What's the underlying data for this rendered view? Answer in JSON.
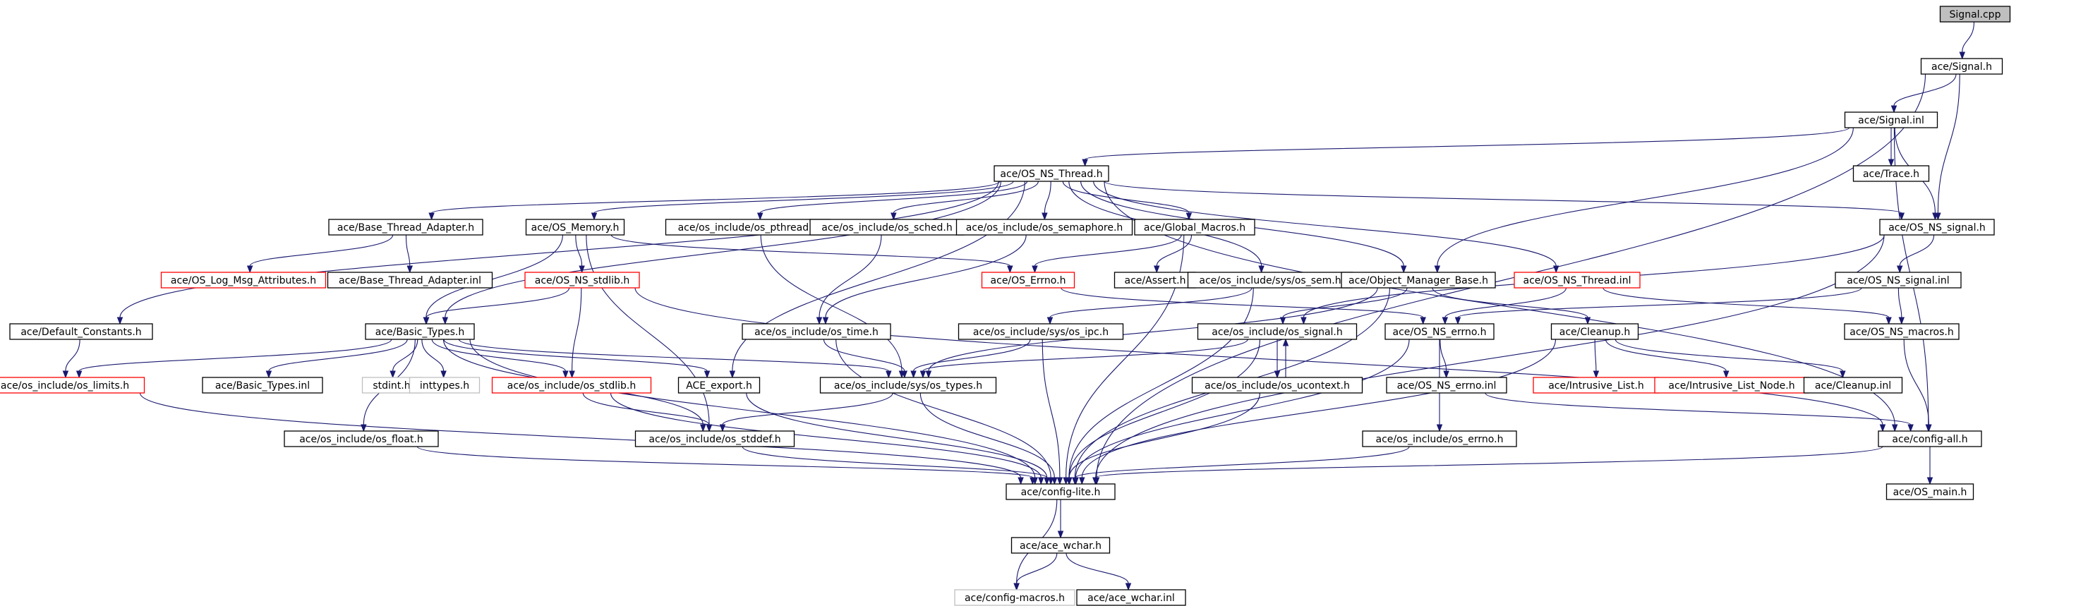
{
  "colors": {
    "edge": "#191970",
    "border_normal": "#000000",
    "border_incomplete": "#ff0000",
    "border_external": "#bfbfbf",
    "root_fill": "#bfbfbf"
  },
  "nodes": [
    {
      "id": "signal_cpp",
      "label": "Signal.cpp",
      "kind": "root"
    },
    {
      "id": "signal_h",
      "label": "ace/Signal.h",
      "kind": "normal"
    },
    {
      "id": "signal_inl",
      "label": "ace/Signal.inl",
      "kind": "normal"
    },
    {
      "id": "os_ns_thread_h",
      "label": "ace/OS_NS_Thread.h",
      "kind": "normal"
    },
    {
      "id": "trace_h",
      "label": "ace/Trace.h",
      "kind": "normal"
    },
    {
      "id": "os_ns_signal_h",
      "label": "ace/OS_NS_signal.h",
      "kind": "normal"
    },
    {
      "id": "base_thread_adapter_h",
      "label": "ace/Base_Thread_Adapter.h",
      "kind": "normal"
    },
    {
      "id": "os_memory_h",
      "label": "ace/OS_Memory.h",
      "kind": "normal"
    },
    {
      "id": "os_pthread_h",
      "label": "ace/os_include/os_pthread.h",
      "kind": "normal"
    },
    {
      "id": "os_sched_h",
      "label": "ace/os_include/os_sched.h",
      "kind": "normal"
    },
    {
      "id": "os_semaphore_h",
      "label": "ace/os_include/os_semaphore.h",
      "kind": "normal"
    },
    {
      "id": "global_macros_h",
      "label": "ace/Global_Macros.h",
      "kind": "normal"
    },
    {
      "id": "os_log_msg_attributes_h",
      "label": "ace/OS_Log_Msg_Attributes.h",
      "kind": "incomplete"
    },
    {
      "id": "base_thread_adapter_inl",
      "label": "ace/Base_Thread_Adapter.inl",
      "kind": "normal"
    },
    {
      "id": "os_ns_stdlib_h",
      "label": "ace/OS_NS_stdlib.h",
      "kind": "incomplete"
    },
    {
      "id": "os_errno_h",
      "label": "ace/OS_Errno.h",
      "kind": "incomplete"
    },
    {
      "id": "assert_h",
      "label": "ace/Assert.h",
      "kind": "normal"
    },
    {
      "id": "sys_os_sem_h",
      "label": "ace/os_include/sys/os_sem.h",
      "kind": "normal"
    },
    {
      "id": "object_manager_base_h",
      "label": "ace/Object_Manager_Base.h",
      "kind": "normal"
    },
    {
      "id": "os_ns_thread_inl",
      "label": "ace/OS_NS_Thread.inl",
      "kind": "incomplete"
    },
    {
      "id": "os_ns_signal_inl",
      "label": "ace/OS_NS_signal.inl",
      "kind": "normal"
    },
    {
      "id": "default_constants_h",
      "label": "ace/Default_Constants.h",
      "kind": "normal"
    },
    {
      "id": "basic_types_h",
      "label": "ace/Basic_Types.h",
      "kind": "normal"
    },
    {
      "id": "os_time_h",
      "label": "ace/os_include/os_time.h",
      "kind": "normal"
    },
    {
      "id": "sys_os_ipc_h",
      "label": "ace/os_include/sys/os_ipc.h",
      "kind": "normal"
    },
    {
      "id": "os_signal_h",
      "label": "ace/os_include/os_signal.h",
      "kind": "normal"
    },
    {
      "id": "os_ns_errno_h",
      "label": "ace/OS_NS_errno.h",
      "kind": "normal"
    },
    {
      "id": "cleanup_h",
      "label": "ace/Cleanup.h",
      "kind": "normal"
    },
    {
      "id": "os_ns_macros_h",
      "label": "ace/OS_NS_macros.h",
      "kind": "normal"
    },
    {
      "id": "os_limits_h",
      "label": "ace/os_include/os_limits.h",
      "kind": "incomplete"
    },
    {
      "id": "basic_types_inl",
      "label": "ace/Basic_Types.inl",
      "kind": "normal"
    },
    {
      "id": "stdint_h",
      "label": "stdint.h",
      "kind": "external"
    },
    {
      "id": "inttypes_h",
      "label": "inttypes.h",
      "kind": "external"
    },
    {
      "id": "os_stdlib_h",
      "label": "ace/os_include/os_stdlib.h",
      "kind": "incomplete"
    },
    {
      "id": "ace_export_h",
      "label": "ACE_export.h",
      "kind": "normal"
    },
    {
      "id": "sys_os_types_h",
      "label": "ace/os_include/sys/os_types.h",
      "kind": "normal"
    },
    {
      "id": "os_ucontext_h",
      "label": "ace/os_include/os_ucontext.h",
      "kind": "normal"
    },
    {
      "id": "intrusive_list_h",
      "label": "ace/Intrusive_List.h",
      "kind": "incomplete"
    },
    {
      "id": "intrusive_list_node_h",
      "label": "ace/Intrusive_List_Node.h",
      "kind": "incomplete"
    },
    {
      "id": "cleanup_inl",
      "label": "ace/Cleanup.inl",
      "kind": "normal"
    },
    {
      "id": "os_float_h",
      "label": "ace/os_include/os_float.h",
      "kind": "normal"
    },
    {
      "id": "os_stddef_h",
      "label": "ace/os_include/os_stddef.h",
      "kind": "normal"
    },
    {
      "id": "os_ns_errno_inl",
      "label": "ace/OS_NS_errno.inl",
      "kind": "normal"
    },
    {
      "id": "config_all_h",
      "label": "ace/config-all.h",
      "kind": "normal"
    },
    {
      "id": "os_errno_inc_h",
      "label": "ace/os_include/os_errno.h",
      "kind": "normal"
    },
    {
      "id": "config_lite_h",
      "label": "ace/config-lite.h",
      "kind": "normal"
    },
    {
      "id": "os_main_h",
      "label": "ace/OS_main.h",
      "kind": "normal"
    },
    {
      "id": "ace_wchar_h",
      "label": "ace/ace_wchar.h",
      "kind": "normal"
    },
    {
      "id": "config_macros_h",
      "label": "ace/config-macros.h",
      "kind": "external"
    },
    {
      "id": "ace_wchar_inl",
      "label": "ace/ace_wchar.inl",
      "kind": "normal"
    }
  ],
  "edges": [
    [
      "signal_cpp",
      "signal_h"
    ],
    [
      "signal_h",
      "signal_inl"
    ],
    [
      "signal_h",
      "os_ns_signal_h"
    ],
    [
      "signal_h",
      "config_lite_h"
    ],
    [
      "signal_inl",
      "os_ns_thread_h"
    ],
    [
      "signal_inl",
      "trace_h"
    ],
    [
      "signal_inl",
      "os_ns_signal_h"
    ],
    [
      "signal_inl",
      "config_all_h"
    ],
    [
      "signal_inl",
      "object_manager_base_h"
    ],
    [
      "os_ns_thread_h",
      "default_constants_h"
    ],
    [
      "os_ns_thread_h",
      "basic_types_h"
    ],
    [
      "os_ns_thread_h",
      "base_thread_adapter_h"
    ],
    [
      "os_ns_thread_h",
      "os_memory_h"
    ],
    [
      "os_ns_thread_h",
      "os_pthread_h"
    ],
    [
      "os_ns_thread_h",
      "os_sched_h"
    ],
    [
      "os_ns_thread_h",
      "os_semaphore_h"
    ],
    [
      "os_ns_thread_h",
      "global_macros_h"
    ],
    [
      "os_ns_thread_h",
      "ace_export_h"
    ],
    [
      "os_ns_thread_h",
      "sys_os_sem_h"
    ],
    [
      "os_ns_thread_h",
      "object_manager_base_h"
    ],
    [
      "os_ns_thread_h",
      "os_ns_thread_inl"
    ],
    [
      "os_ns_thread_h",
      "os_ns_signal_h"
    ],
    [
      "os_ns_thread_h",
      "config_all_h"
    ],
    [
      "base_thread_adapter_h",
      "os_log_msg_attributes_h"
    ],
    [
      "base_thread_adapter_h",
      "base_thread_adapter_inl"
    ],
    [
      "os_memory_h",
      "os_ns_stdlib_h"
    ],
    [
      "os_memory_h",
      "os_errno_h"
    ],
    [
      "os_memory_h",
      "basic_types_h"
    ],
    [
      "os_memory_h",
      "os_stddef_h"
    ],
    [
      "os_pthread_h",
      "sys_os_types_h"
    ],
    [
      "os_sched_h",
      "os_time_h"
    ],
    [
      "os_semaphore_h",
      "os_time_h"
    ],
    [
      "global_macros_h",
      "os_errno_h"
    ],
    [
      "global_macros_h",
      "assert_h"
    ],
    [
      "global_macros_h",
      "config_lite_h"
    ],
    [
      "os_ns_stdlib_h",
      "basic_types_h"
    ],
    [
      "os_ns_stdlib_h",
      "os_stdlib_h"
    ],
    [
      "os_ns_stdlib_h",
      "config_all_h"
    ],
    [
      "os_errno_h",
      "os_ns_errno_h"
    ],
    [
      "sys_os_sem_h",
      "sys_os_ipc_h"
    ],
    [
      "sys_os_sem_h",
      "config_lite_h"
    ],
    [
      "object_manager_base_h",
      "os_signal_h"
    ],
    [
      "object_manager_base_h",
      "cleanup_h"
    ],
    [
      "object_manager_base_h",
      "config_lite_h"
    ],
    [
      "object_manager_base_h",
      "sys_os_types_h"
    ],
    [
      "os_ns_thread_inl",
      "os_ns_errno_h"
    ],
    [
      "os_ns_thread_inl",
      "os_ns_macros_h"
    ],
    [
      "os_ns_signal_h",
      "os_ns_signal_inl"
    ],
    [
      "os_ns_signal_h",
      "os_signal_h"
    ],
    [
      "os_ns_signal_h",
      "config_lite_h"
    ],
    [
      "os_ns_signal_inl",
      "os_ns_errno_h"
    ],
    [
      "os_ns_signal_inl",
      "os_ns_macros_h"
    ],
    [
      "default_constants_h",
      "os_limits_h"
    ],
    [
      "basic_types_h",
      "os_limits_h"
    ],
    [
      "basic_types_h",
      "basic_types_inl"
    ],
    [
      "basic_types_h",
      "stdint_h"
    ],
    [
      "basic_types_h",
      "inttypes_h"
    ],
    [
      "basic_types_h",
      "os_stdlib_h"
    ],
    [
      "basic_types_h",
      "ace_export_h"
    ],
    [
      "basic_types_h",
      "sys_os_types_h"
    ],
    [
      "basic_types_h",
      "os_float_h"
    ],
    [
      "basic_types_h",
      "os_stddef_h"
    ],
    [
      "basic_types_h",
      "config_lite_h"
    ],
    [
      "os_time_h",
      "sys_os_types_h"
    ],
    [
      "os_time_h",
      "config_lite_h"
    ],
    [
      "sys_os_ipc_h",
      "sys_os_types_h"
    ],
    [
      "sys_os_ipc_h",
      "config_lite_h"
    ],
    [
      "os_signal_h",
      "os_ucontext_h"
    ],
    [
      "os_signal_h",
      "sys_os_types_h"
    ],
    [
      "os_signal_h",
      "config_lite_h"
    ],
    [
      "os_ucontext_h",
      "os_signal_h"
    ],
    [
      "os_ucontext_h",
      "config_lite_h"
    ],
    [
      "os_ns_errno_h",
      "os_ns_errno_inl"
    ],
    [
      "os_ns_errno_h",
      "os_errno_inc_h"
    ],
    [
      "os_ns_errno_h",
      "config_lite_h"
    ],
    [
      "cleanup_h",
      "intrusive_list_h"
    ],
    [
      "cleanup_h",
      "intrusive_list_node_h"
    ],
    [
      "cleanup_h",
      "cleanup_inl"
    ],
    [
      "cleanup_h",
      "config_lite_h"
    ],
    [
      "os_ns_macros_h",
      "config_all_h"
    ],
    [
      "os_limits_h",
      "config_lite_h"
    ],
    [
      "os_stdlib_h",
      "os_stddef_h"
    ],
    [
      "os_stdlib_h",
      "config_lite_h"
    ],
    [
      "ace_export_h",
      "config_lite_h"
    ],
    [
      "sys_os_types_h",
      "os_stddef_h"
    ],
    [
      "sys_os_types_h",
      "config_lite_h"
    ],
    [
      "os_float_h",
      "config_lite_h"
    ],
    [
      "os_stddef_h",
      "config_lite_h"
    ],
    [
      "os_ns_errno_inl",
      "config_all_h"
    ],
    [
      "os_errno_inc_h",
      "config_lite_h"
    ],
    [
      "config_all_h",
      "config_lite_h"
    ],
    [
      "config_all_h",
      "os_main_h"
    ],
    [
      "config_lite_h",
      "ace_wchar_h"
    ],
    [
      "config_lite_h",
      "config_macros_h"
    ],
    [
      "ace_wchar_h",
      "config_macros_h"
    ],
    [
      "ace_wchar_h",
      "ace_wchar_inl"
    ]
  ]
}
